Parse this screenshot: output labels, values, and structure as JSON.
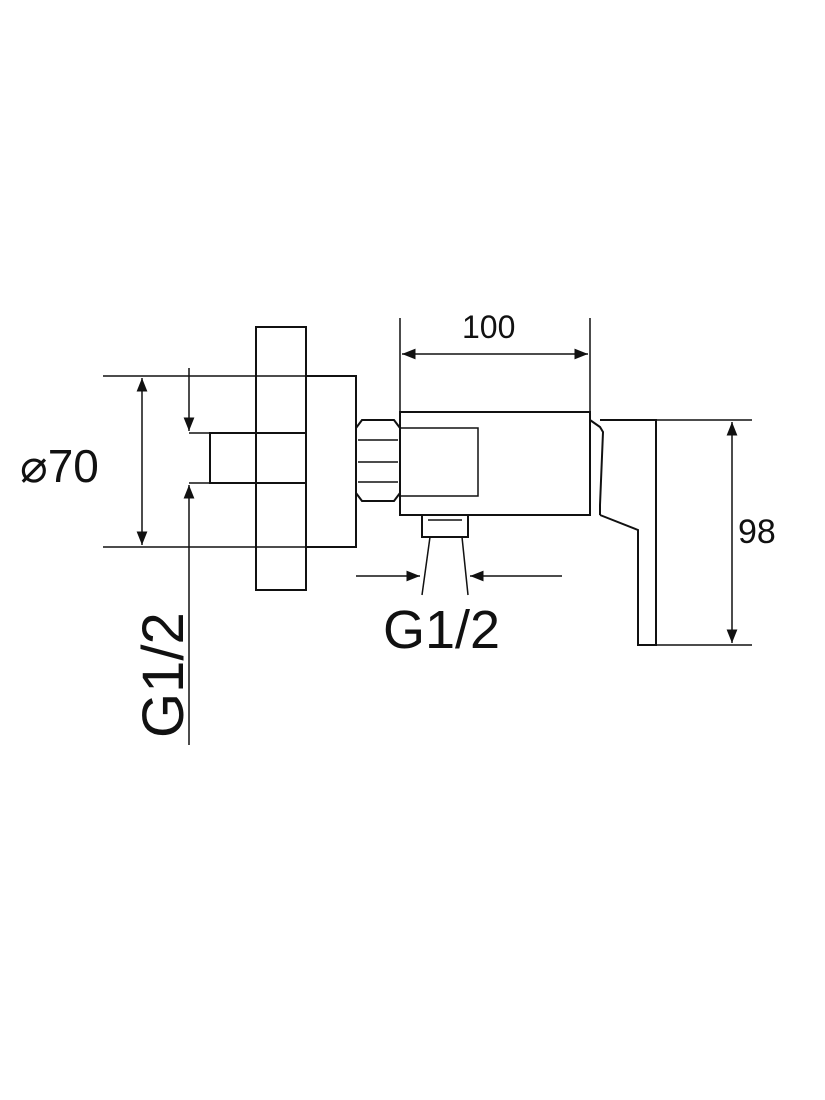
{
  "dimensions": {
    "flange_diameter": "⌀70",
    "inlet_thread": "G1/2",
    "body_length": "100",
    "outlet_thread": "G1/2",
    "lever_height": "98"
  }
}
